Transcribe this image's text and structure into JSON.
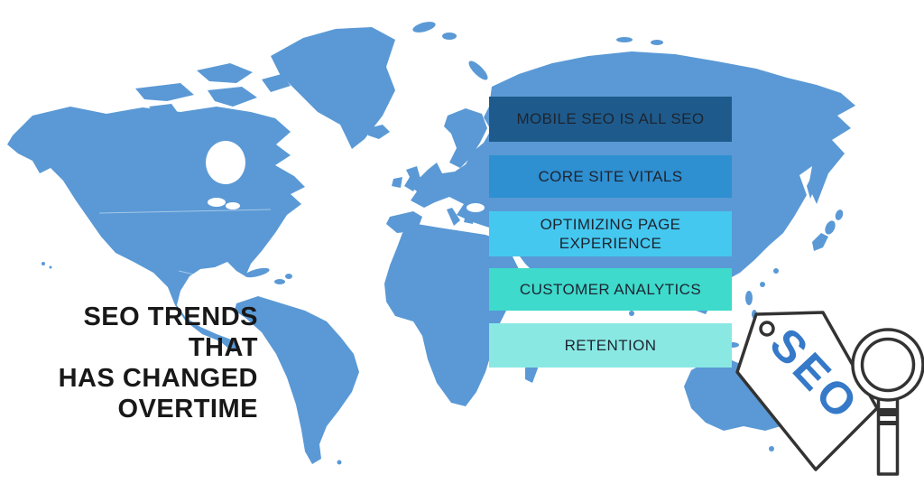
{
  "infographic": {
    "title": {
      "lines": [
        "SEO TRENDS THAT",
        "HAS CHANGED",
        "OVERTIME"
      ],
      "color": "#181818"
    },
    "trends": [
      {
        "label": "MOBILE SEO IS ALL SEO",
        "color": "#1E5B8C"
      },
      {
        "label": "CORE SITE VITALS",
        "color": "#2E8FD1"
      },
      {
        "label": "OPTIMIZING PAGE EXPERIENCE",
        "color": "#45C8EF"
      },
      {
        "label": "CUSTOMER ANALYTICS",
        "color": "#3EDACC"
      },
      {
        "label": "RETENTION",
        "color": "#8AE8E3"
      }
    ],
    "tag": {
      "label": "SEO",
      "label_color": "#3579C8",
      "outline_color": "#333333",
      "icons": [
        "price-tag-icon",
        "magnifying-glass-icon"
      ]
    },
    "map": {
      "land_color": "#5A99D5",
      "ocean_color": "#FFFFFF"
    }
  }
}
